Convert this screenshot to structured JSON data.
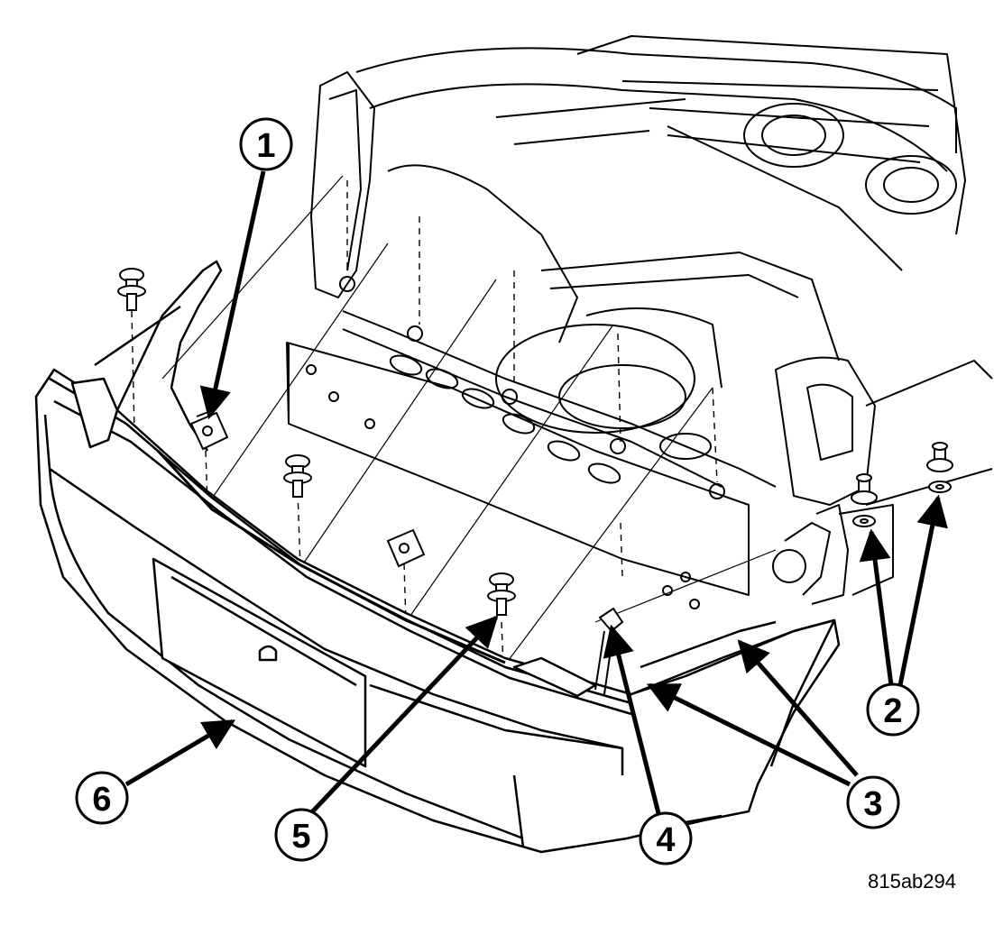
{
  "diagram": {
    "figure_id": "815ab294",
    "callouts": [
      {
        "id": "callout-1",
        "label": "1"
      },
      {
        "id": "callout-2",
        "label": "2"
      },
      {
        "id": "callout-3",
        "label": "3"
      },
      {
        "id": "callout-4",
        "label": "4"
      },
      {
        "id": "callout-5",
        "label": "5"
      },
      {
        "id": "callout-6",
        "label": "6"
      }
    ],
    "colors": {
      "line": "#000000",
      "background": "#ffffff",
      "fill": "#ffffff"
    }
  }
}
